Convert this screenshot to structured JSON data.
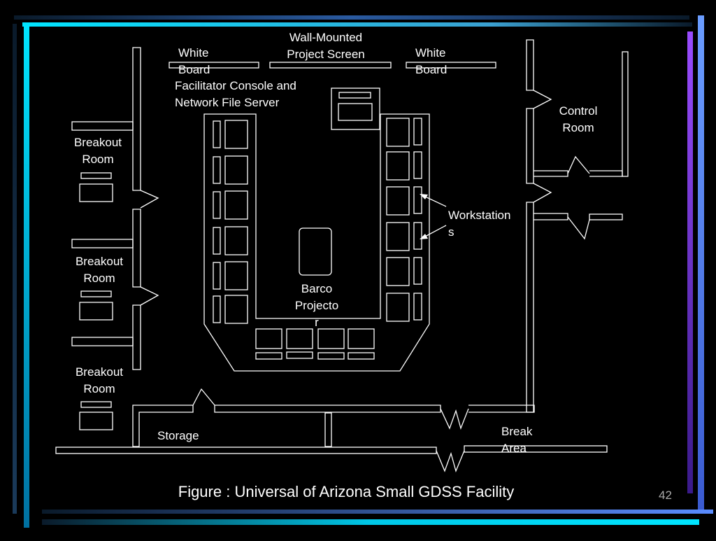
{
  "labels": {
    "wall_mounted_screen": "Wall-Mounted\nProject Screen",
    "white_board_left": "White\nBoard",
    "white_board_right": "White\nBoard",
    "facilitator_console": "Facilitator Console and\nNetwork File Server",
    "control_room": "Control\nRoom",
    "breakout_room_1": "Breakout\nRoom",
    "breakout_room_2": "Breakout\nRoom",
    "breakout_room_3": "Breakout\nRoom",
    "workstations": "Workstation\ns",
    "barco_projector": "Barco\nProjecto\nr",
    "storage": "Storage",
    "break_area": "Break\nArea"
  },
  "caption": "Figure : Universal of Arizona Small GDSS Facility",
  "page_number": "42",
  "colors": {
    "background": "#000000",
    "line": "#ffffff",
    "accent_cyan": "#00e5ff",
    "accent_blue": "#5a8cff",
    "accent_purple": "#8a3cff"
  }
}
